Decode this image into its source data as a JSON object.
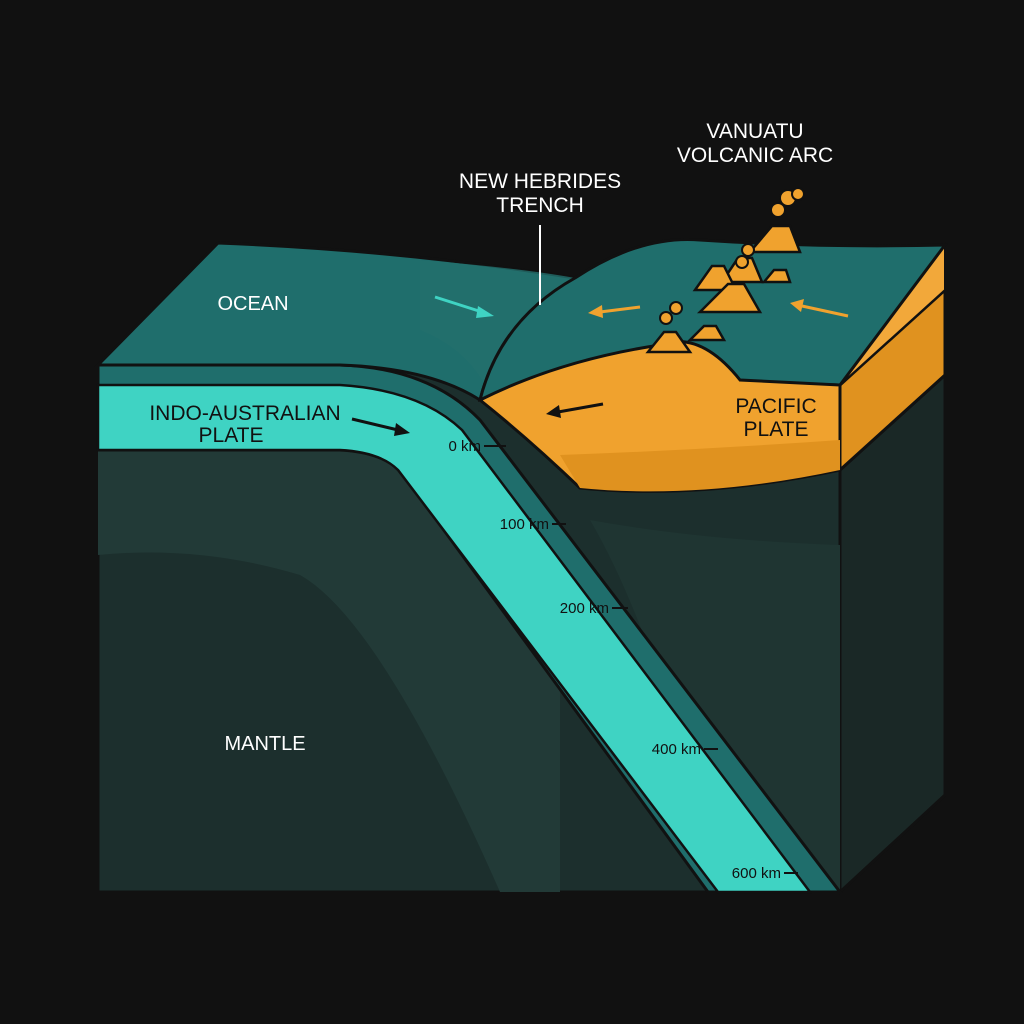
{
  "labels": {
    "ocean": "OCEAN",
    "mantle": "MANTLE",
    "indo_plate": [
      "INDO-AUSTRALIAN",
      "PLATE"
    ],
    "pacific_plate": [
      "PACIFIC",
      "PLATE"
    ],
    "trench": [
      "NEW HEBRIDES",
      "TRENCH"
    ],
    "arc": [
      "VANUATU",
      "VOLCANIC ARC"
    ]
  },
  "depth_ticks": [
    "0 km",
    "100 km",
    "200 km",
    "400 km",
    "600 km"
  ],
  "colors": {
    "background": "#111111",
    "ocean": "#1f6e6c",
    "subducting_slab": "#3fd3c3",
    "pacific_plate": "#f0a22e",
    "mantle": "#1c2f2d",
    "arrow_cyan": "#3fd3c3",
    "arrow_orange": "#f0a22e",
    "arrow_black": "#111111"
  },
  "icons": [
    "volcano-icon",
    "arrow-icon"
  ]
}
